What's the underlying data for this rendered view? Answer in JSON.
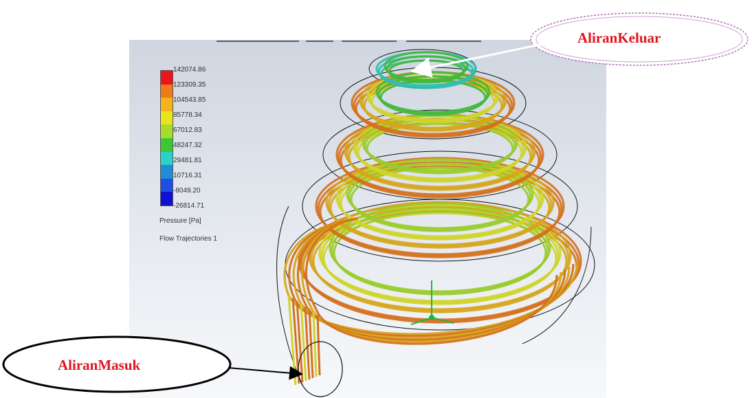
{
  "legend": {
    "ticks": [
      "142074.86",
      "123309.35",
      "104543.85",
      "85778.34",
      "67012.83",
      "48247.32",
      "29481.81",
      "10716.31",
      "-8049.20",
      "-26814.71"
    ],
    "colors": [
      "#e8161a",
      "#f07a1a",
      "#f4b41e",
      "#e8e41e",
      "#a8dc2a",
      "#3cc832",
      "#2ad2c8",
      "#1e8cd6",
      "#1e50e6",
      "#1010d2"
    ],
    "quantity": "Pressure [Pa]"
  },
  "plot_name": "Flow Trajectories 1",
  "callouts": {
    "outlet": "AliranKeluar",
    "inlet": "AliranMasuk"
  }
}
